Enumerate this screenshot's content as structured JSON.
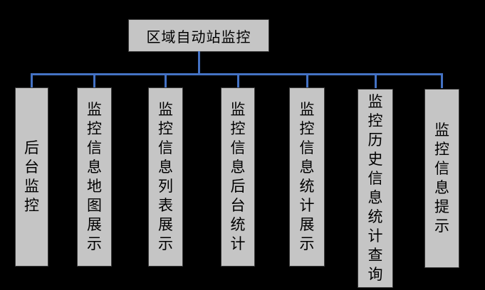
{
  "diagram": {
    "type": "hierarchy-tree",
    "root": {
      "label": "区域自动站监控"
    },
    "children": [
      {
        "label": "后台监控"
      },
      {
        "label": "监控信息地图展示"
      },
      {
        "label": "监控信息列表展示"
      },
      {
        "label": "监控信息后台统计"
      },
      {
        "label": "监控信息统计展示"
      },
      {
        "label": "监控历史信息统计查询"
      },
      {
        "label": "监控信息提示"
      }
    ],
    "colors": {
      "background": "#000000",
      "box_fill": "#c5c5c5",
      "box_border": "#3c3c3c",
      "connector": "#4472c4",
      "text": "#000000"
    }
  }
}
